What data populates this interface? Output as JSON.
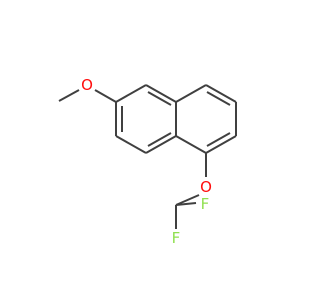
{
  "molecule": {
    "atoms": [
      {
        "id": "O1",
        "label": "O",
        "color": "#ff0d0d"
      },
      {
        "id": "O2",
        "label": "O",
        "color": "#ff0d0d"
      },
      {
        "id": "F1",
        "label": "F",
        "color": "#90e050"
      },
      {
        "id": "F2",
        "label": "F",
        "color": "#90e050"
      }
    ],
    "bond_color": "#404040",
    "background": "#ffffff"
  }
}
